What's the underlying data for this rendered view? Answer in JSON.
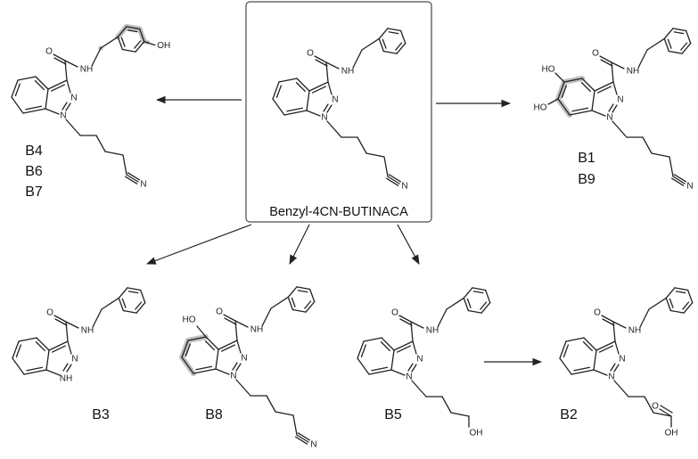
{
  "parent": {
    "name": "Benzyl-4CN-BUTINACA",
    "atoms": {
      "amide_nh": "NH",
      "carbonyl_o": "O",
      "ring_n": "N",
      "nitrile_n": "N"
    }
  },
  "metabolites": [
    {
      "id": "B4_B6_B7",
      "labels": [
        "B4",
        "B6",
        "B7"
      ],
      "atoms": {
        "amide_nh": "NH",
        "carbonyl_o": "O",
        "ring_n": "N",
        "nitrile_n": "N",
        "hydroxyl": "OH"
      }
    },
    {
      "id": "B1_B9",
      "labels": [
        "B1",
        "B9"
      ],
      "atoms": {
        "amide_nh": "NH",
        "carbonyl_o": "O",
        "ring_n": "N",
        "nitrile_n": "N",
        "hydroxyl_a": "HO",
        "hydroxyl_b": "HO"
      }
    },
    {
      "id": "B3",
      "labels": [
        "B3"
      ],
      "atoms": {
        "amide_nh": "NH",
        "carbonyl_o": "O",
        "ring_n": "N",
        "ring_nh": "NH"
      }
    },
    {
      "id": "B8",
      "labels": [
        "B8"
      ],
      "atoms": {
        "amide_nh": "NH",
        "carbonyl_o": "O",
        "ring_n": "N",
        "nitrile_n": "N",
        "hydroxyl": "HO"
      }
    },
    {
      "id": "B5",
      "labels": [
        "B5"
      ],
      "atoms": {
        "amide_nh": "NH",
        "carbonyl_o": "O",
        "ring_n": "N",
        "hydroxyl": "OH"
      }
    },
    {
      "id": "B2",
      "labels": [
        "B2"
      ],
      "atoms": {
        "amide_nh": "NH",
        "carbonyl_o": "O",
        "ring_n": "N",
        "acid_o": "O",
        "acid_oh": "OH"
      }
    }
  ],
  "colors": {
    "line": "#222222",
    "highlight": "#b5b5b5",
    "background": "#ffffff"
  }
}
